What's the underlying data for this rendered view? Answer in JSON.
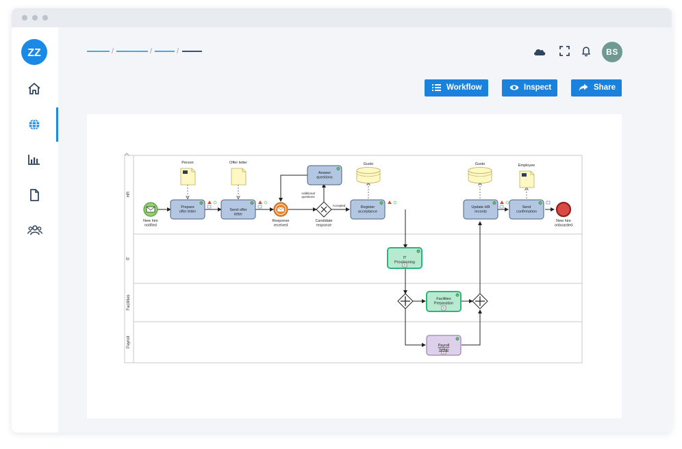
{
  "app": {
    "logo_text": "ZZ",
    "avatar_initials": "BS"
  },
  "toolbar": {
    "workflow_label": "Workflow",
    "inspect_label": "Inspect",
    "share_label": "Share"
  },
  "breadcrumb": {
    "separators": [
      "/",
      "/",
      "/"
    ]
  },
  "icons": {
    "sidebar": [
      "home-icon",
      "globe-icon",
      "chart-icon",
      "document-icon",
      "users-icon"
    ],
    "top": [
      "cloud-icon",
      "fullscreen-icon",
      "bell-icon"
    ]
  },
  "colors": {
    "accent": "#1a82dc",
    "task_fill": "#b3c7e3",
    "subprocess_green": "#2fb37a",
    "payroll_fill": "#ddd0ea",
    "start_event": "#8ed46a",
    "end_event": "#d94a45",
    "message_event": "#f28a2c"
  },
  "diagram": {
    "lanes": [
      "HR",
      "IT",
      "Facilities",
      "Payroll"
    ],
    "events": {
      "start": "New hire notified",
      "message": "Response received",
      "end": "New hire onboarded"
    },
    "tasks": {
      "prepare_offer": "Prepare offer letter",
      "send_offer": "Send offer letter",
      "answer_questions": "Answer questions",
      "register_acceptance": "Register acceptance",
      "update_hr": "Update HR records",
      "send_confirmation": "Send confirmation",
      "it_provisioning": "IT Provisioning",
      "facilities_prep": "Facilities Preparation",
      "payroll_setup": "Payroll Setup"
    },
    "gateway_label": "Candidate response",
    "flow_labels": {
      "additional_questions": "Additional questions",
      "accepted": "Accepted"
    },
    "data_objects": {
      "person": "Person",
      "offer_letter": "Offer letter",
      "employee": "Employee"
    },
    "data_stores": {
      "gusto_1": "Gusto",
      "gusto_2": "Gusto"
    }
  }
}
